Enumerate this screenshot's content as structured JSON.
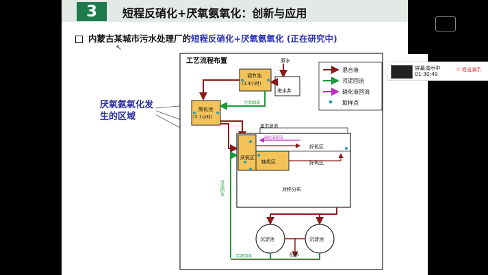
{
  "slide": {
    "number": "3",
    "title": "短程反硝化+厌氧氨氧化：创新与应用",
    "bullet_prefix": "内蒙古某城市污水处理厂的",
    "bullet_highlight": "短程反硝化+厌氧氨氧化 (正在研究中)",
    "side_label": "厌氧氨氧化发生的区域"
  },
  "diagram": {
    "title": "工艺流程布置",
    "raw_water": "原水",
    "inlet_well": "进水井",
    "adjust_tank_1": "调节池",
    "adjust_tank_2": "(3.4小时)",
    "acid_tank_1": "酸化池",
    "acid_tank_2": "(5.1小时)",
    "sludge_return_top": "污泥回流",
    "sludge_return_left": "污泥回流",
    "sludge_return_bottom": "污泥回流",
    "clarifier_label": "至沉淀池",
    "nitrate_return": "硝化液回流",
    "anaerobic": "厌氧区",
    "anoxic": "缺氧区",
    "aerobic_1": "好氧区",
    "aerobic_2": "好氧区",
    "symmetric": "对称分布",
    "sediment_1": "沉淀池",
    "sediment_2": "沉淀池",
    "effluent": "出水"
  },
  "legend": {
    "mixed": "混合液",
    "sludge": "污泥回流",
    "nitrified": "硝化液回流",
    "sample": "取样点"
  },
  "colors": {
    "mixed": "#8b1a1a",
    "sludge": "#1a9a3a",
    "nitrified": "#c02ac0",
    "sample": "#2aa0b0",
    "tank": "#f3c35a",
    "header_green": "#1f7a4d"
  },
  "notification": {
    "title": "屏幕演示中",
    "time": "01:30:49",
    "exit": "退出演示"
  },
  "app": {
    "icon_name": "screen-share-icon"
  }
}
